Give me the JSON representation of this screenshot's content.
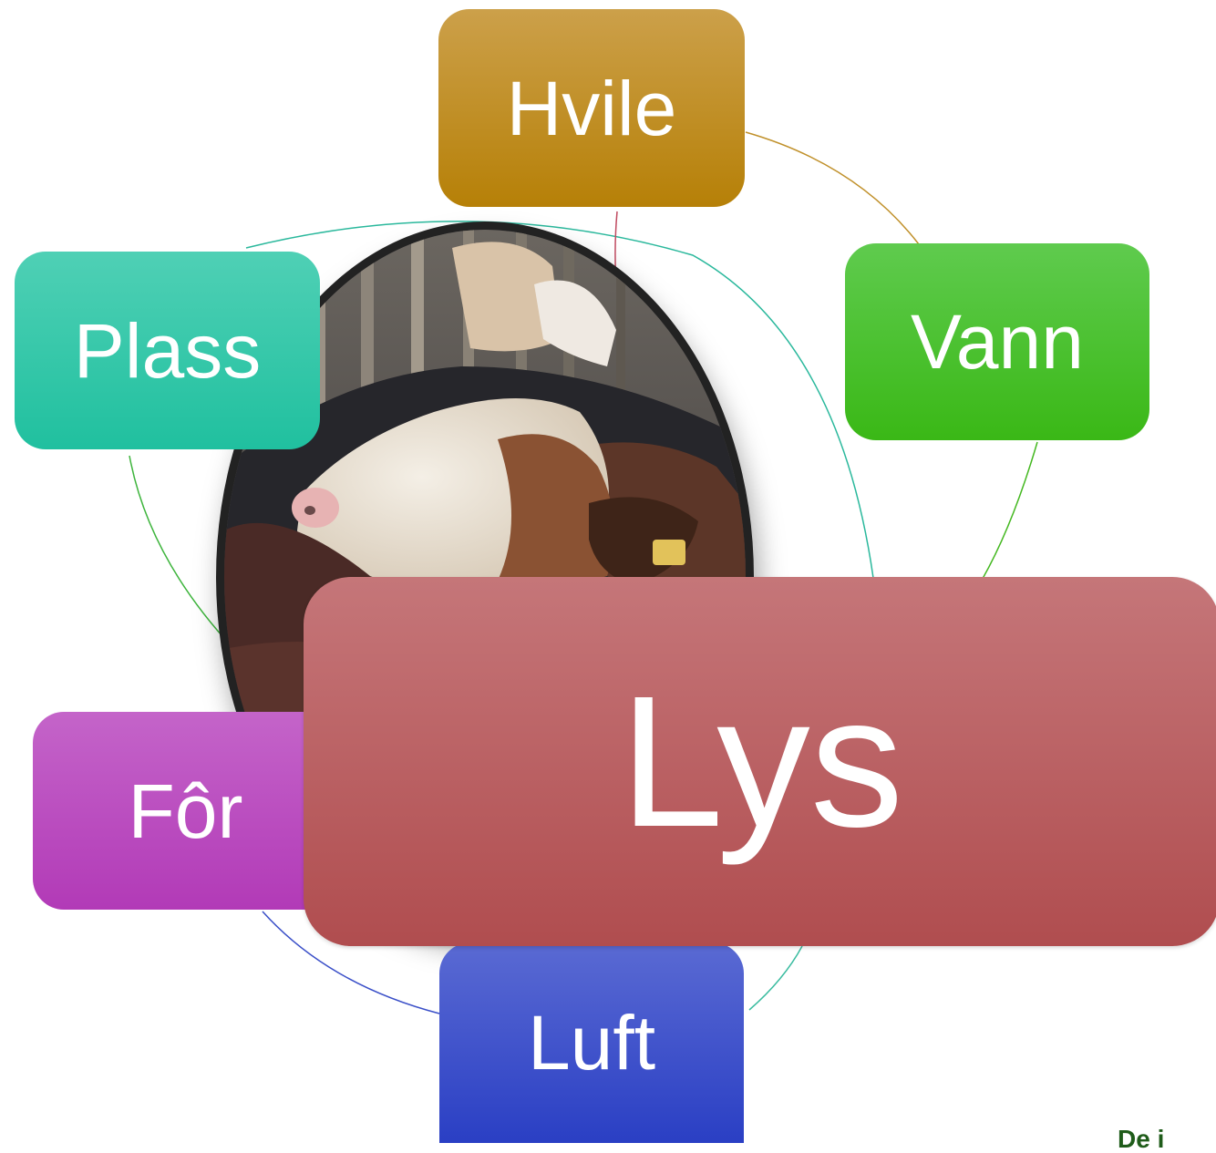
{
  "diagram": {
    "nodes": {
      "hvile": {
        "label": "Hvile",
        "color_top": "#cca04a",
        "color_bottom": "#b68007"
      },
      "vann": {
        "label": "Vann",
        "color_top": "#5fcb4e",
        "color_bottom": "#3ab816"
      },
      "plass": {
        "label": "Plass",
        "color_top": "#4fd0b5",
        "color_bottom": "#20c09f"
      },
      "for": {
        "label": "Fôr",
        "color_top": "#c464c9",
        "color_bottom": "#b23ab7"
      },
      "luft": {
        "label": "Luft",
        "color_top": "#5a6ad3",
        "color_bottom": "#2a3fc4"
      },
      "lys": {
        "label": "Lys",
        "color_top": "#c57679",
        "color_bottom": "#b04d4f"
      }
    },
    "center_image": "cow-photo",
    "corner_text": "De i"
  }
}
